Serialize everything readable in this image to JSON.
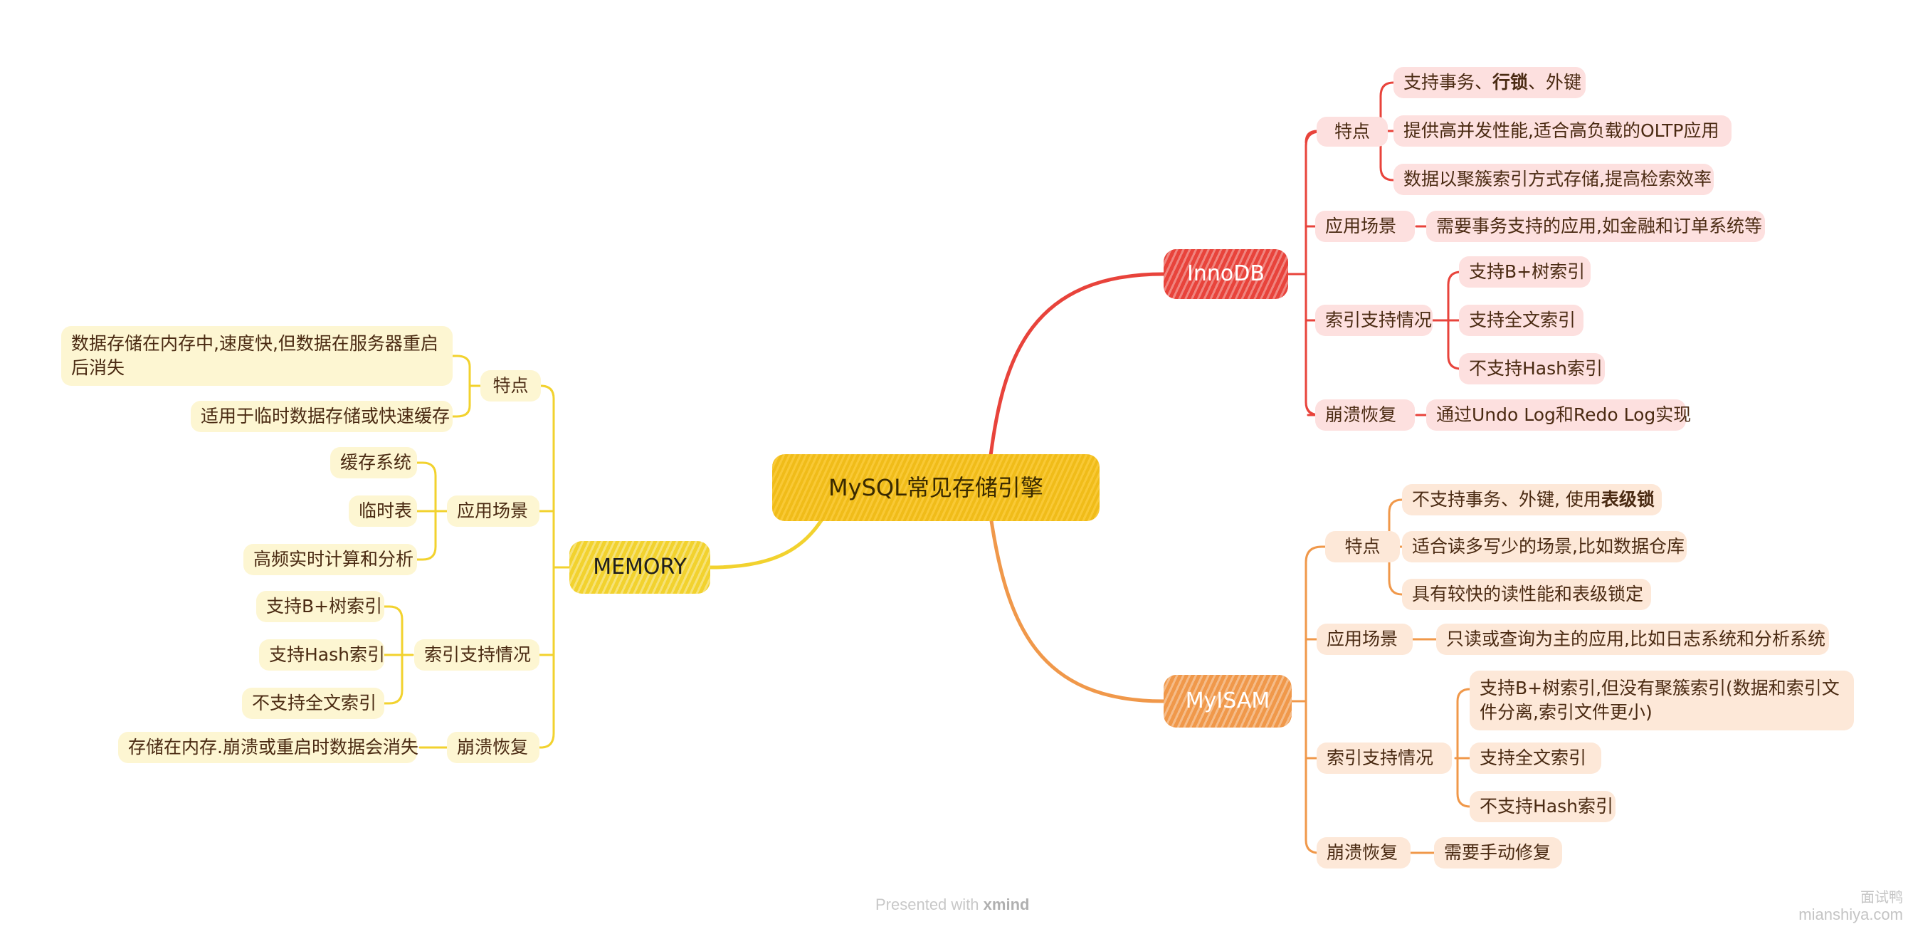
{
  "root": "MySQL常见存储引擎",
  "colors": {
    "innodb": "#e8433b",
    "myisam": "#f0984a",
    "memory": "#f2d22e",
    "root": "#f8c21a"
  },
  "innodb": {
    "title": "InnoDB",
    "features": {
      "label": "特点",
      "item1_a": "支持事务、",
      "item1_b": "行锁",
      "item1_c": "、外键",
      "item2": "提供高并发性能,适合高负载的OLTP应用",
      "item3": "数据以聚簇索引方式存储,提高检索效率"
    },
    "scenario": {
      "label": "应用场景",
      "item1": "需要事务支持的应用,如金融和订单系统等"
    },
    "index": {
      "label": "索引支持情况",
      "item1": "支持B+树索引",
      "item2": "支持全文索引",
      "item3": "不支持Hash索引"
    },
    "recovery": {
      "label": "崩溃恢复",
      "item1": "通过Undo Log和Redo Log实现"
    }
  },
  "myisam": {
    "title": "MyISAM",
    "features": {
      "label": "特点",
      "item1_a": "不支持事务、外键, 使用",
      "item1_b": "表级锁",
      "item2": "适合读多写少的场景,比如数据仓库",
      "item3": "具有较快的读性能和表级锁定"
    },
    "scenario": {
      "label": "应用场景",
      "item1": "只读或查询为主的应用,比如日志系统和分析系统"
    },
    "index": {
      "label": "索引支持情况",
      "item1": "支持B+树索引,但没有聚簇索引(数据和索引文件分离,索引文件更小)",
      "item2": "支持全文索引",
      "item3": "不支持Hash索引"
    },
    "recovery": {
      "label": "崩溃恢复",
      "item1": "需要手动修复"
    }
  },
  "memory": {
    "title": "MEMORY",
    "features": {
      "label": "特点",
      "item1": "数据存储在内存中,速度快,但数据在服务器重启后消失",
      "item2": "适用于临时数据存储或快速缓存"
    },
    "scenario": {
      "label": "应用场景",
      "item1": "缓存系统",
      "item2": "临时表",
      "item3": "高频实时计算和分析"
    },
    "index": {
      "label": "索引支持情况",
      "item1": "支持B+树索引",
      "item2": "支持Hash索引",
      "item3": "不支持全文索引"
    },
    "recovery": {
      "label": "崩溃恢复",
      "item1": "存储在内存.崩溃或重启时数据会消失"
    }
  },
  "footer": {
    "presented": "Presented with",
    "brand": "xmind"
  },
  "watermark": {
    "line1": "面试鸭",
    "line2": "mianshiya.com"
  }
}
